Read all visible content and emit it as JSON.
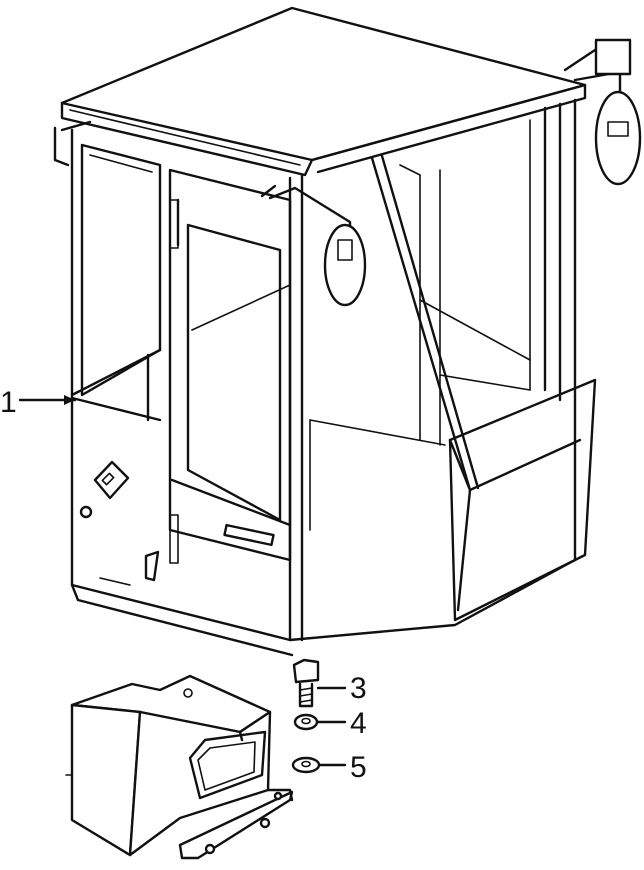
{
  "figure": {
    "callouts": [
      {
        "id": "cab",
        "label": "1"
      },
      {
        "id": "bolt",
        "label": "3"
      },
      {
        "id": "spring-washer",
        "label": "4"
      },
      {
        "id": "washer",
        "label": "5"
      }
    ],
    "colors": {
      "ink": "#111111",
      "paper": "#ffffff"
    }
  }
}
